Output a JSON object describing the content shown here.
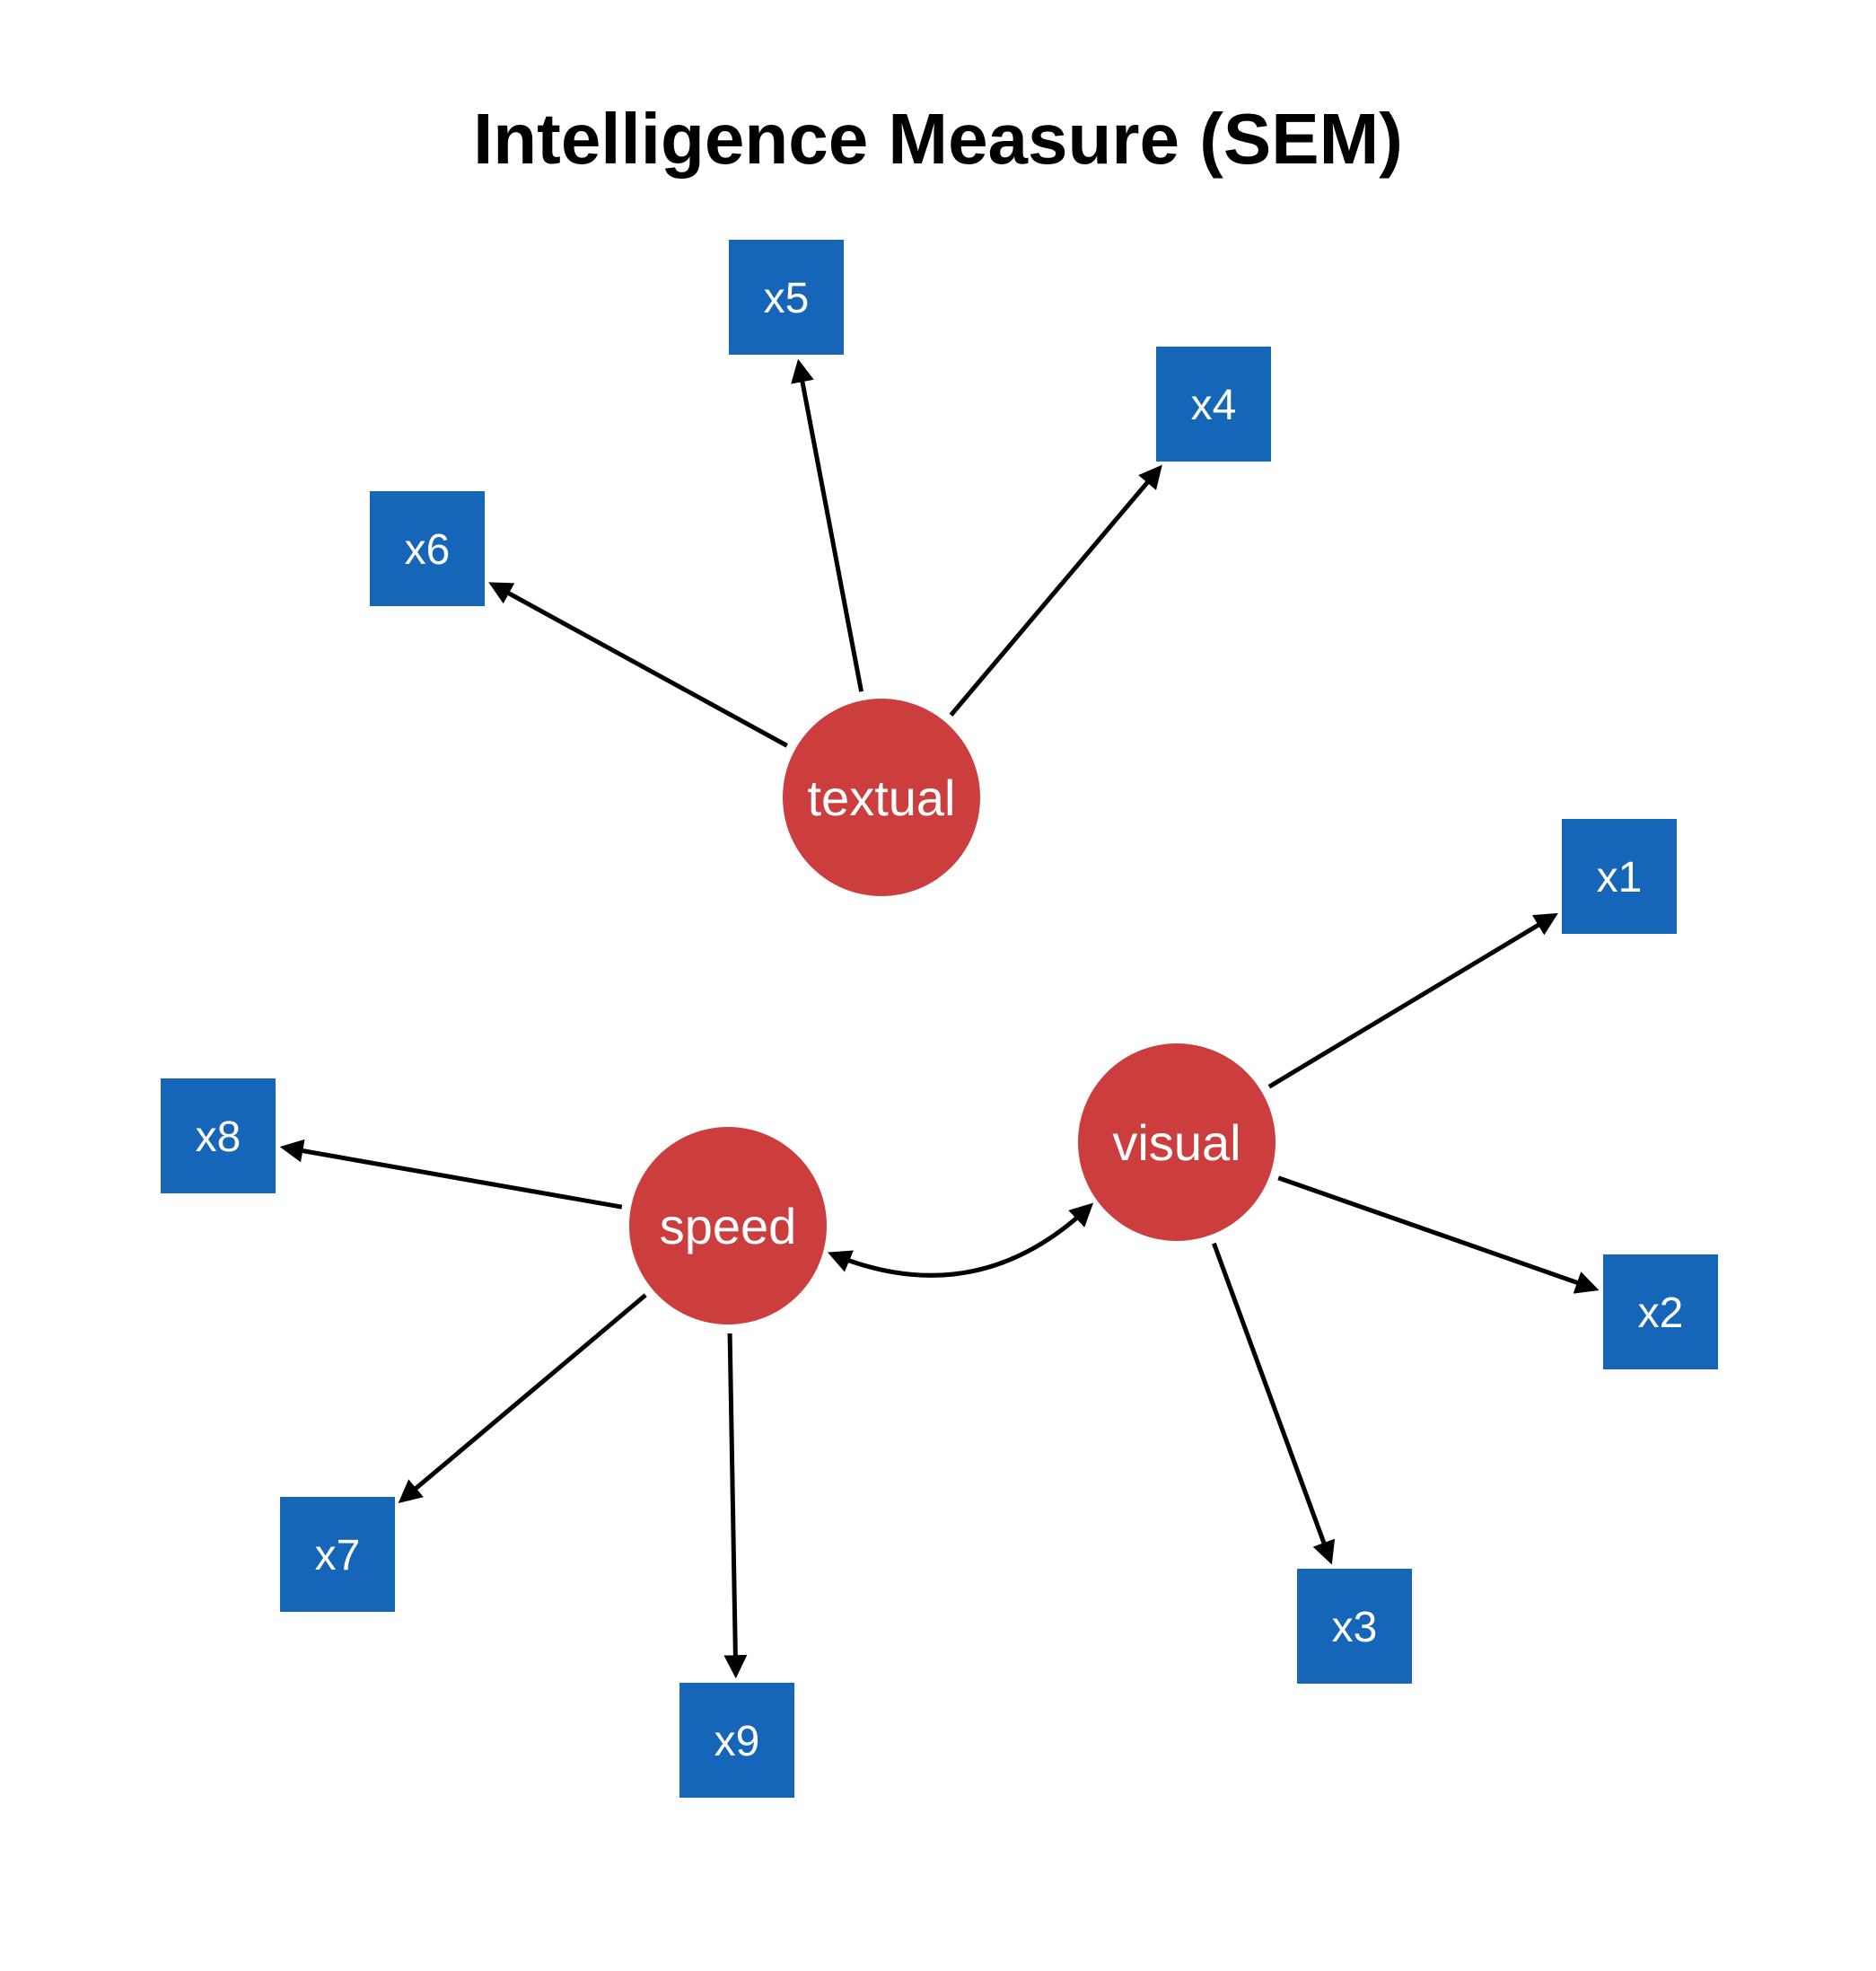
{
  "title": "Intelligence Measure (SEM)",
  "colors": {
    "latent": "#CC3E3E",
    "observed": "#1565B8",
    "edge": "#000000",
    "label": "#FFFFFF"
  },
  "latent_nodes": [
    {
      "id": "textual",
      "label": "textual"
    },
    {
      "id": "visual",
      "label": "visual"
    },
    {
      "id": "speed",
      "label": "speed"
    }
  ],
  "observed_nodes": [
    {
      "id": "x1",
      "label": "x1"
    },
    {
      "id": "x2",
      "label": "x2"
    },
    {
      "id": "x3",
      "label": "x3"
    },
    {
      "id": "x4",
      "label": "x4"
    },
    {
      "id": "x5",
      "label": "x5"
    },
    {
      "id": "x6",
      "label": "x6"
    },
    {
      "id": "x7",
      "label": "x7"
    },
    {
      "id": "x8",
      "label": "x8"
    },
    {
      "id": "x9",
      "label": "x9"
    }
  ],
  "edges": [
    {
      "from": "textual",
      "to": "x4",
      "type": "directed"
    },
    {
      "from": "textual",
      "to": "x5",
      "type": "directed"
    },
    {
      "from": "textual",
      "to": "x6",
      "type": "directed"
    },
    {
      "from": "visual",
      "to": "x1",
      "type": "directed"
    },
    {
      "from": "visual",
      "to": "x2",
      "type": "directed"
    },
    {
      "from": "visual",
      "to": "x3",
      "type": "directed"
    },
    {
      "from": "speed",
      "to": "x7",
      "type": "directed"
    },
    {
      "from": "speed",
      "to": "x8",
      "type": "directed"
    },
    {
      "from": "speed",
      "to": "x9",
      "type": "directed"
    },
    {
      "from": "speed",
      "to": "visual",
      "type": "covariance"
    }
  ]
}
